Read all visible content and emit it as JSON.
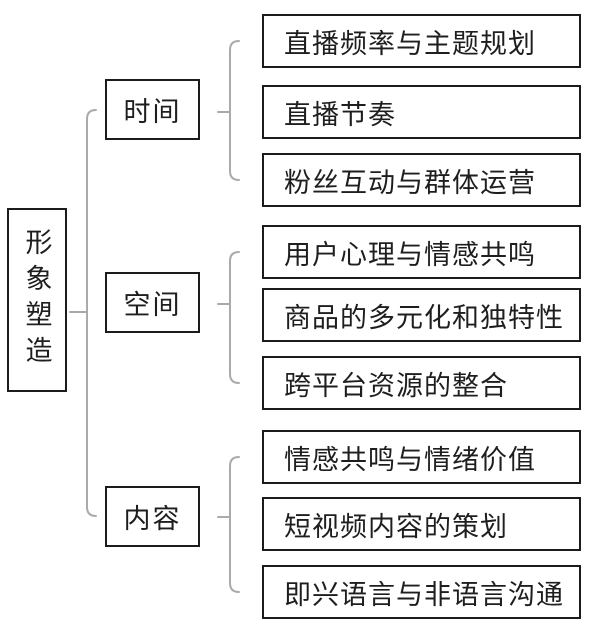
{
  "diagram": {
    "root": {
      "label": "形象塑造"
    },
    "branches": [
      {
        "label": "时间",
        "children": [
          "直播频率与主题规划",
          "直播节奏",
          "粉丝互动与群体运营"
        ]
      },
      {
        "label": "空间",
        "children": [
          "用户心理与情感共鸣",
          "商品的多元化和独特性",
          "跨平台资源的整合"
        ]
      },
      {
        "label": "内容",
        "children": [
          "情感共鸣与情绪价值",
          "短视频内容的策划",
          "即兴语言与非语言沟通"
        ]
      }
    ]
  },
  "colors": {
    "box_border": "#1c1c1c",
    "text": "#1e1e1e",
    "connector": "#aaaaaa",
    "background": "#ffffff"
  }
}
